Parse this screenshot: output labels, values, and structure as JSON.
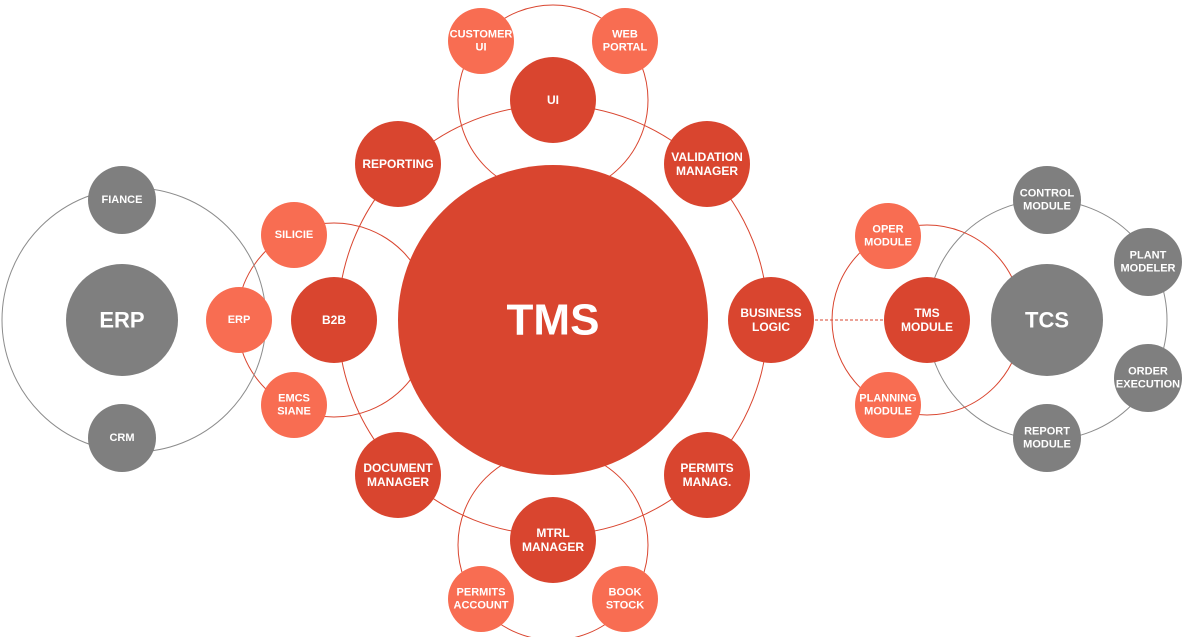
{
  "colors": {
    "dark_red": "#d9452f",
    "light_red": "#f86d52",
    "gray": "#7f7f7f",
    "ring_red": "#d9452f",
    "ring_gray": "#8c8c8c",
    "text": "#ffffff"
  },
  "nodes": {
    "tms": "TMS",
    "ui": "UI",
    "customer_ui": [
      "CUSTOMER",
      "UI"
    ],
    "web_portal": [
      "WEB",
      "PORTAL"
    ],
    "reporting": "REPORTING",
    "validation_manager": [
      "VALIDATION",
      "MANAGER"
    ],
    "business_logic": [
      "BUSINESS",
      "LOGIC"
    ],
    "permits_manag": [
      "PERMITS",
      "MANAG."
    ],
    "mtrl_manager": [
      "MTRL",
      "MANAGER"
    ],
    "permits_account": [
      "PERMITS",
      "ACCOUNT"
    ],
    "book_stock": [
      "BOOK",
      "STOCK"
    ],
    "document_manager": [
      "DOCUMENT",
      "MANAGER"
    ],
    "b2b": "B2B",
    "silicie": "SILICIE",
    "erp_link": "ERP",
    "emcs_siane": [
      "EMCS",
      "SIANE"
    ],
    "erp": "ERP",
    "fiance": "FIANCE",
    "crm": "CRM",
    "tcs": "TCS",
    "tms_module": [
      "TMS",
      "MODULE"
    ],
    "oper_module": [
      "OPER",
      "MODULE"
    ],
    "planning_module": [
      "PLANNING",
      "MODULE"
    ],
    "control_module": [
      "CONTROL",
      "MODULE"
    ],
    "plant_modeler": [
      "PLANT",
      "MODELER"
    ],
    "order_execution": [
      "ORDER",
      "EXECUTION"
    ],
    "report_module": [
      "REPORT",
      "MODULE"
    ]
  }
}
